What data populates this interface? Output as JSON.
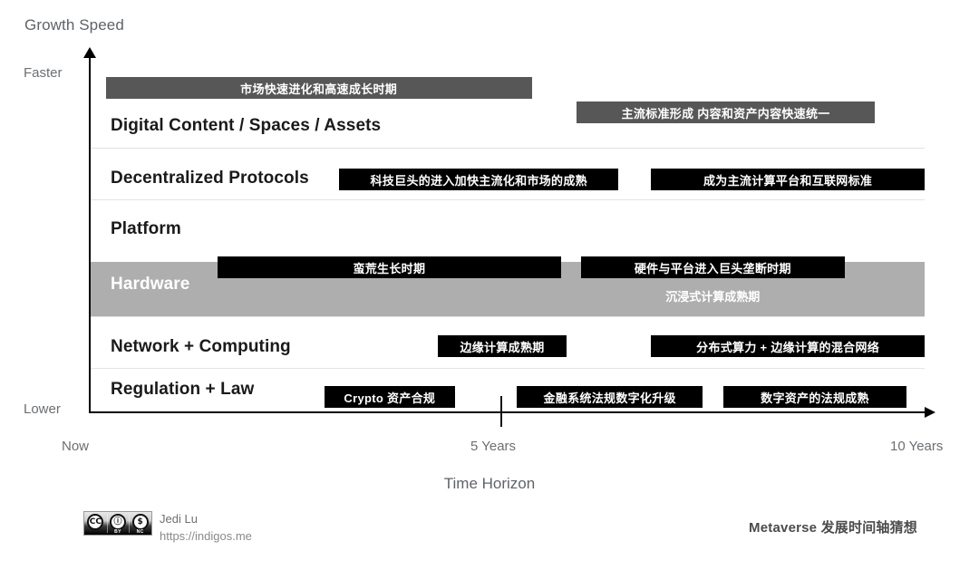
{
  "chart_data": {
    "type": "timeline",
    "title": "Metaverse 发展时间轴猜想",
    "ylabel": "Growth Speed",
    "xlabel": "Time Horizon",
    "y_ticks": [
      "Faster",
      "Lower"
    ],
    "x_ticks": [
      "Now",
      "5 Years",
      "10 Years"
    ],
    "x_range": [
      "Now",
      "10 Years"
    ],
    "grid": true,
    "legend": "none",
    "colors": {
      "bar_black": "#000000",
      "bar_gray": "#575757",
      "band_gray": "#aeaeae",
      "axis": "#000000",
      "gridline": "#e3e3e3",
      "label_muted": "#6b6f73"
    },
    "rows": [
      {
        "label": "Digital Content / Spaces / Assets",
        "highlight": false,
        "bars": [
          {
            "text": "市场快速进化和高速成长时期",
            "style": "gray",
            "start": 0.018,
            "end": 0.529
          },
          {
            "text": "主流标准形成 内容和资产内容快速统一",
            "style": "gray",
            "start": 0.583,
            "end": 0.94
          }
        ]
      },
      {
        "label": "Decentralized Protocols",
        "highlight": false,
        "bars": [
          {
            "text": "科技巨头的进入加快主流化和市场的成熟",
            "style": "black",
            "start": 0.298,
            "end": 0.633
          },
          {
            "text": "成为主流计算平台和互联网标准",
            "style": "black",
            "start": 0.672,
            "end": 1.0
          }
        ]
      },
      {
        "label": "Platform",
        "highlight": false,
        "bars": []
      },
      {
        "label": "Hardware",
        "highlight": true,
        "bars": [
          {
            "text": "蛮荒生长时期",
            "style": "black",
            "start": 0.152,
            "end": 0.564
          },
          {
            "text": "硬件与平台进入巨头垄断时期",
            "style": "black",
            "start": 0.588,
            "end": 0.904
          },
          {
            "text": "沉浸式计算成熟期",
            "style": "plain",
            "start": 0.588,
            "end": 0.904
          }
        ]
      },
      {
        "label": "Network + Computing",
        "highlight": false,
        "bars": [
          {
            "text": "边缘计算成熟期",
            "style": "black",
            "start": 0.416,
            "end": 0.571
          },
          {
            "text": "分布式算力 + 边缘计算的混合网络",
            "style": "black",
            "start": 0.672,
            "end": 1.0
          }
        ]
      },
      {
        "label": "Regulation + Law",
        "highlight": false,
        "bars": [
          {
            "text": "Crypto 资产合规",
            "style": "black",
            "start": 0.28,
            "end": 0.437
          },
          {
            "text": "金融系统法规数字化升级",
            "style": "black",
            "start": 0.511,
            "end": 0.734
          },
          {
            "text": "数字资产的法规成熟",
            "style": "black",
            "start": 0.759,
            "end": 0.978
          }
        ]
      }
    ]
  },
  "footer": {
    "license_cc": "CC",
    "license_by_mark": "BY",
    "license_nc_mark": "NC",
    "author": "Jedi Lu",
    "url": "https://indigos.me",
    "credit": "Metaverse 发展时间轴猜想"
  }
}
